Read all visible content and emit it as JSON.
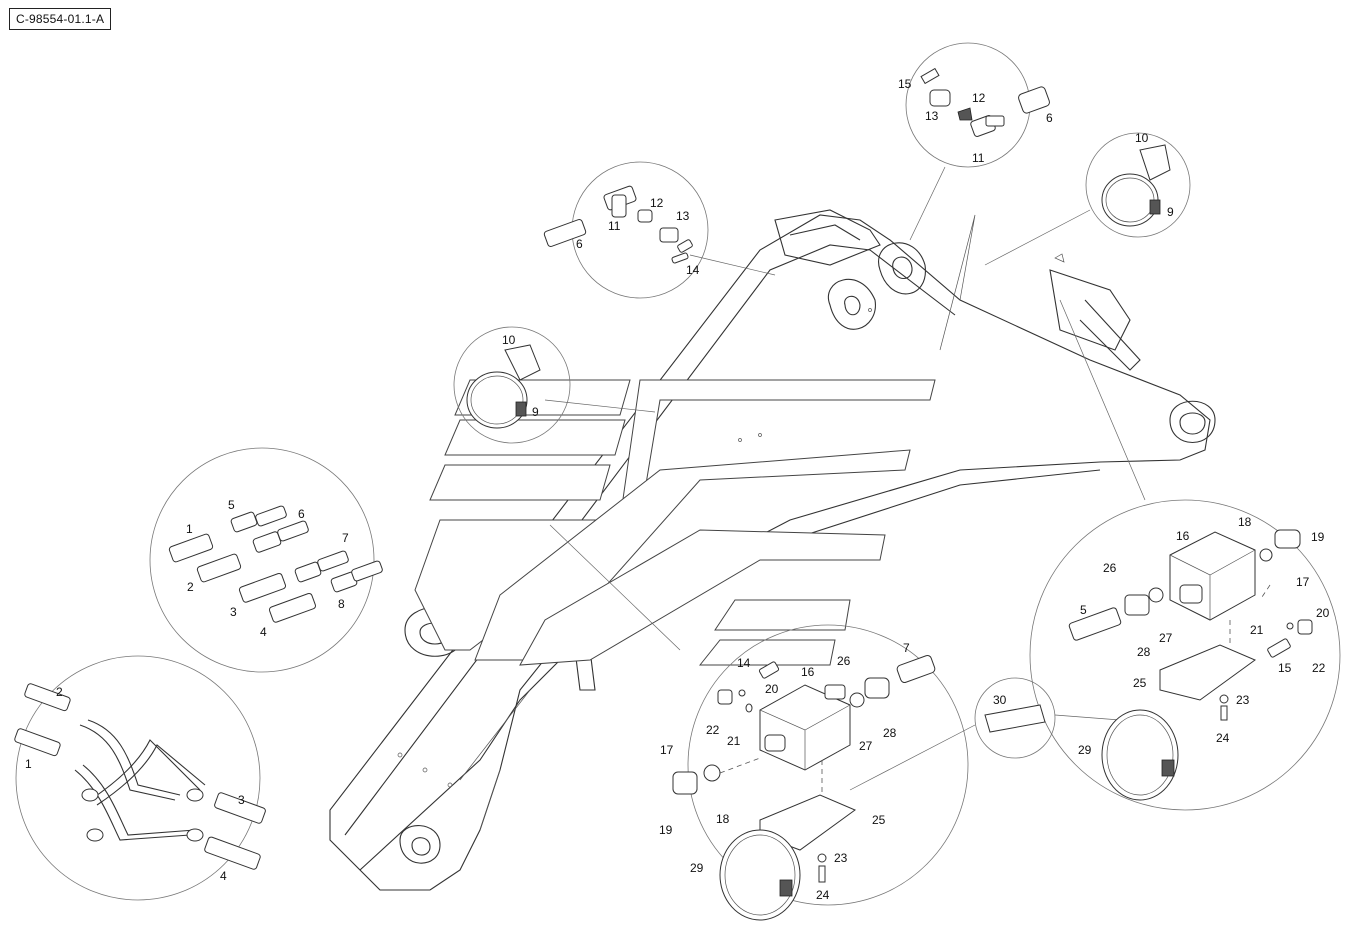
{
  "document": {
    "id": "C-98554-01.1-A"
  },
  "callouts": {
    "c1": "1",
    "c2": "2",
    "c3": "3",
    "c4": "4",
    "c5": "5",
    "c6": "6",
    "c7": "7",
    "c8": "8",
    "c9": "9",
    "c10": "10",
    "c11": "11",
    "c12": "12",
    "c13": "13",
    "c14": "14",
    "c15": "15",
    "c16": "16",
    "c17": "17",
    "c18": "18",
    "c19": "19",
    "c20": "20",
    "c21": "21",
    "c22": "22",
    "c23": "23",
    "c24": "24",
    "c25": "25",
    "c26": "26",
    "c27": "27",
    "c28": "28",
    "c29": "29",
    "c30": "30"
  }
}
